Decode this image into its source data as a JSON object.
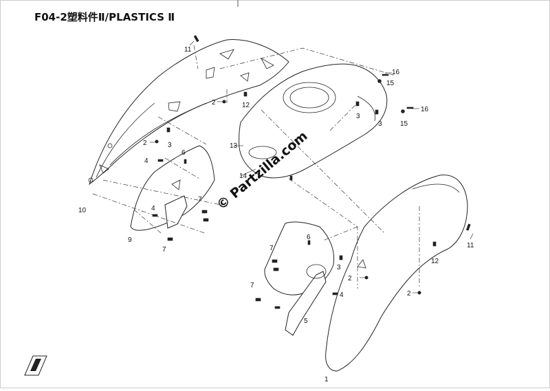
{
  "title": "F04-2塑料件Ⅱ/PLASTICS Ⅱ",
  "watermark": "© Partzilla.com",
  "callouts": {
    "c1": "1",
    "c2a": "2",
    "c2b": "2",
    "c2c": "2",
    "c2d": "2",
    "c3a": "3",
    "c3b": "3",
    "c3c": "3",
    "c3d": "3",
    "c4a": "4",
    "c4b": "4",
    "c4c": "4",
    "c5": "5",
    "c6a": "6",
    "c6b": "6",
    "c7a": "7",
    "c7b": "7",
    "c7c": "7",
    "c7d": "7",
    "c9": "9",
    "c10": "10",
    "c11a": "11",
    "c11b": "11",
    "c12a": "12",
    "c12b": "12",
    "c13": "13",
    "c14": "14",
    "c15a": "15",
    "c15b": "15",
    "c16a": "16",
    "c16b": "16"
  },
  "colors": {
    "line": "#222222",
    "paper": "#ffffff"
  }
}
